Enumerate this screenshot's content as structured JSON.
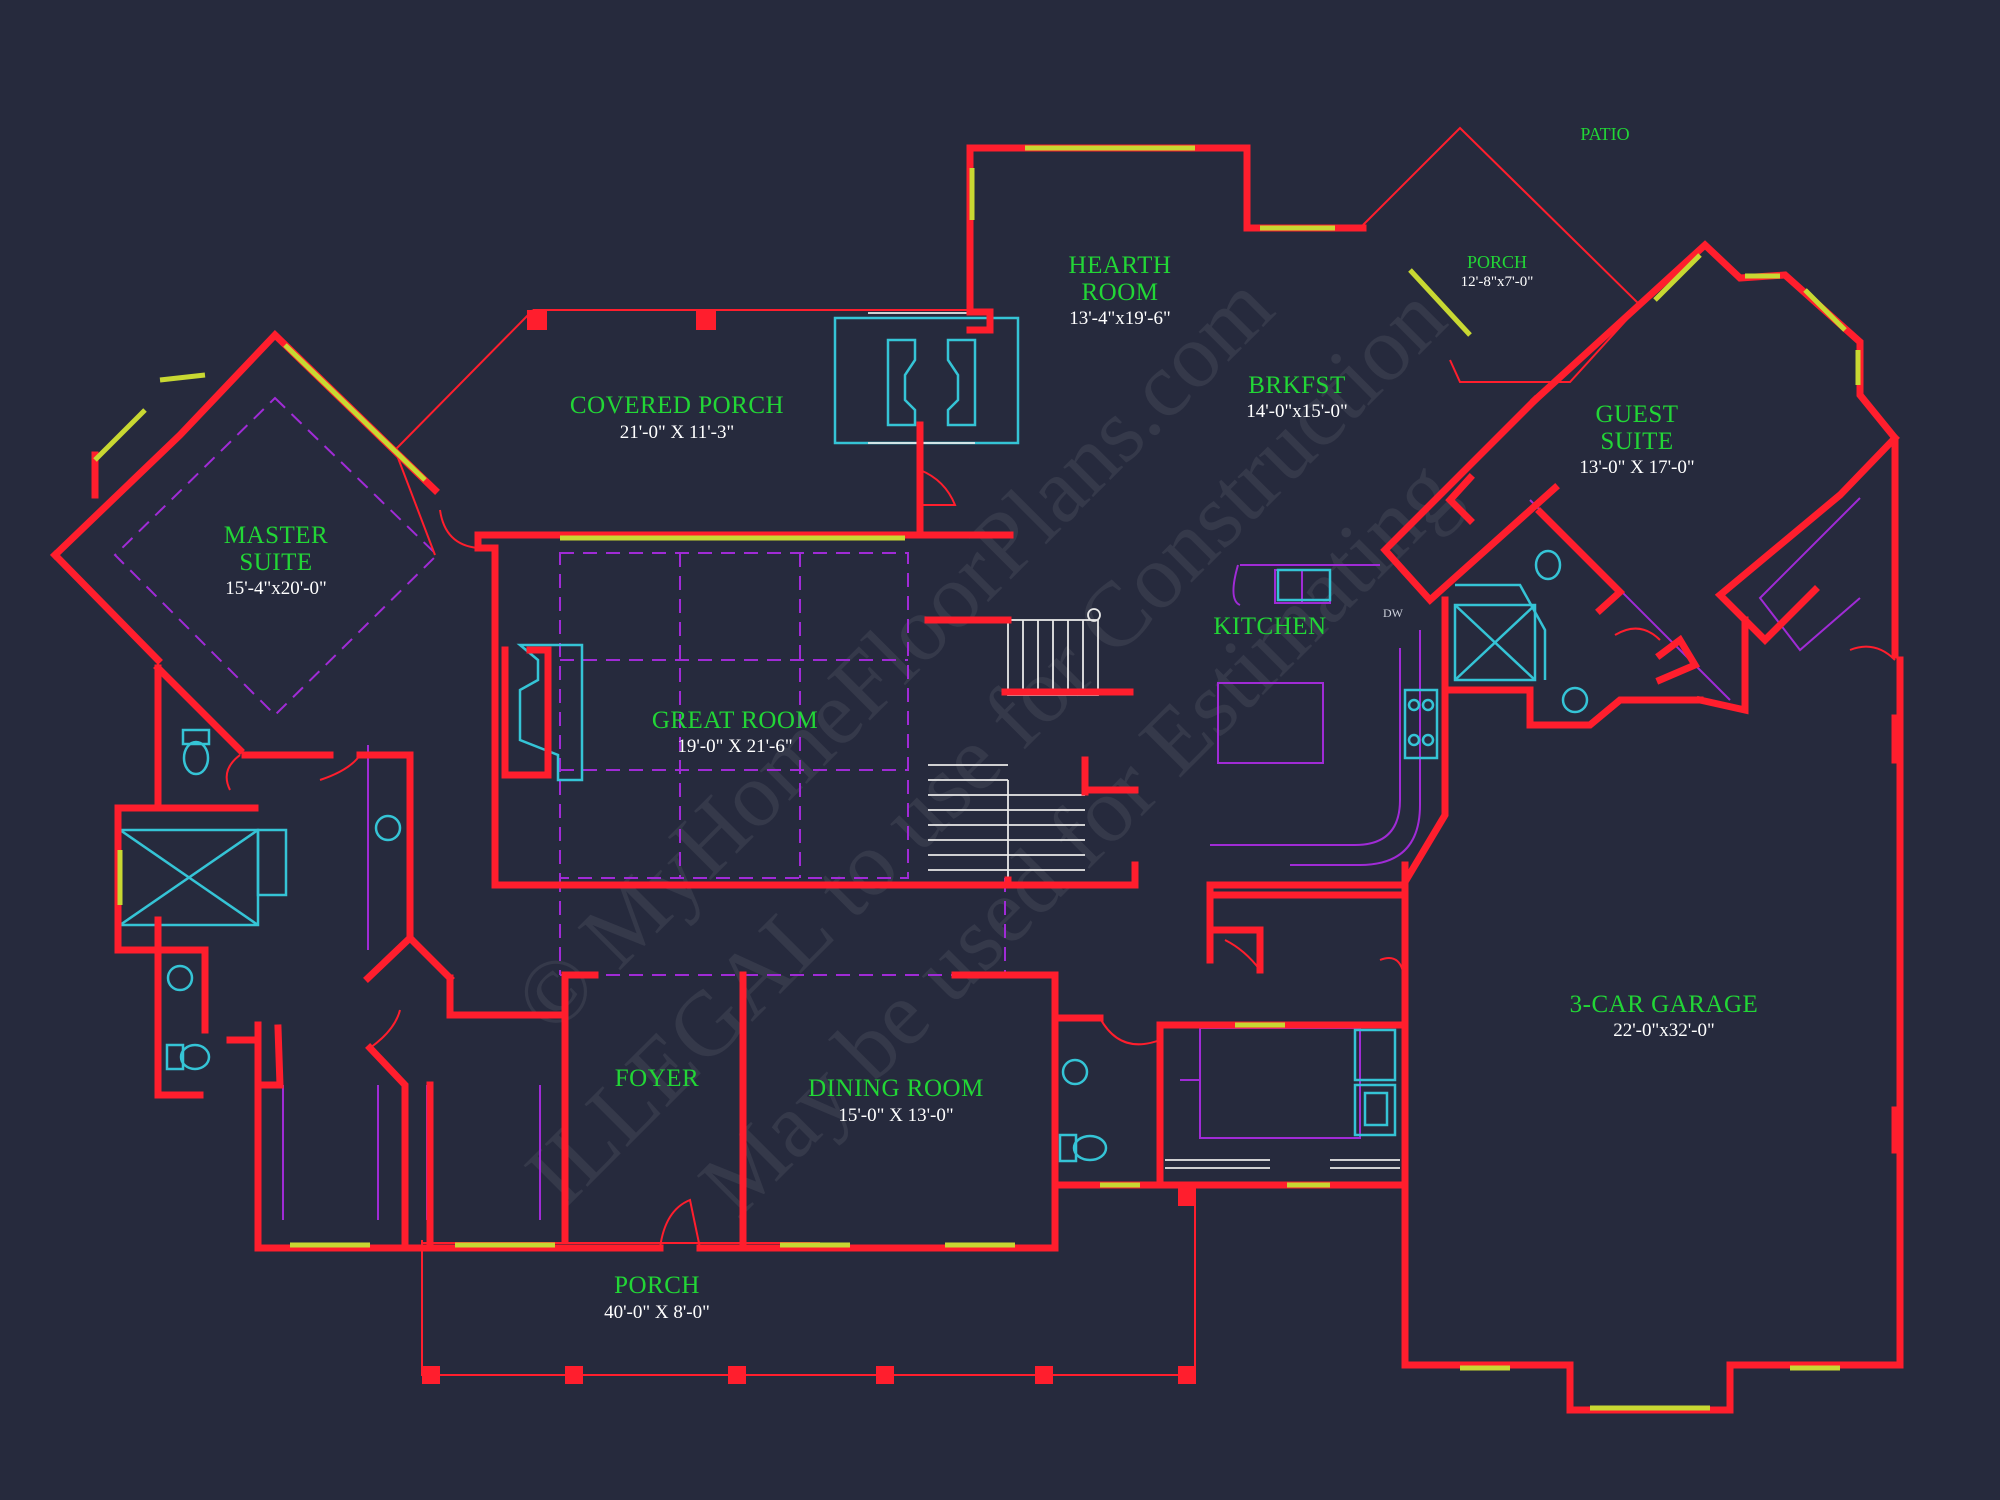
{
  "plan": {
    "rooms": [
      {
        "name": "HEARTH",
        "name2": "ROOM",
        "dim": "13'-4\"x19'-6\""
      },
      {
        "name": "PORCH",
        "dim": "12'-8\"x7'-0\""
      },
      {
        "name": "BRKFST",
        "dim": "14'-0\"x15'-0\""
      },
      {
        "name": "COVERED PORCH",
        "dim": "21'-0\" X 11'-3\""
      },
      {
        "name": "MASTER",
        "name2": "SUITE",
        "dim": "15'-4\"x20'-0\""
      },
      {
        "name": "GUEST",
        "name2": "SUITE",
        "dim": "13'-0\" X 17'-0\""
      },
      {
        "name": "KITCHEN"
      },
      {
        "name": "GREAT ROOM",
        "dim": "19'-0\" X 21'-6\""
      },
      {
        "name": "3-CAR GARAGE",
        "dim": "22'-0\"x32'-0\""
      },
      {
        "name": "FOYER"
      },
      {
        "name": "DINING ROOM",
        "dim": "15'-0\" X 13'-0\""
      },
      {
        "name": "PORCH",
        "dim": "40'-0\" X 8'-0\""
      }
    ],
    "patio_label": "PATIO",
    "dishwasher_label": "DW",
    "watermark_line1": "© MyHomeFloorPlans.com",
    "watermark_line2": "ILLEGAL to use for Construction",
    "watermark_line3": "May be used for Estimating"
  },
  "colors": {
    "background": "#262a3d",
    "walls": "#ff1e2d",
    "room_labels": "#22d636",
    "dimensions": "#ffffff",
    "windows": "#c8d832",
    "fixtures": "#35c4d6",
    "ceiling_lines": "#a02bd6"
  }
}
